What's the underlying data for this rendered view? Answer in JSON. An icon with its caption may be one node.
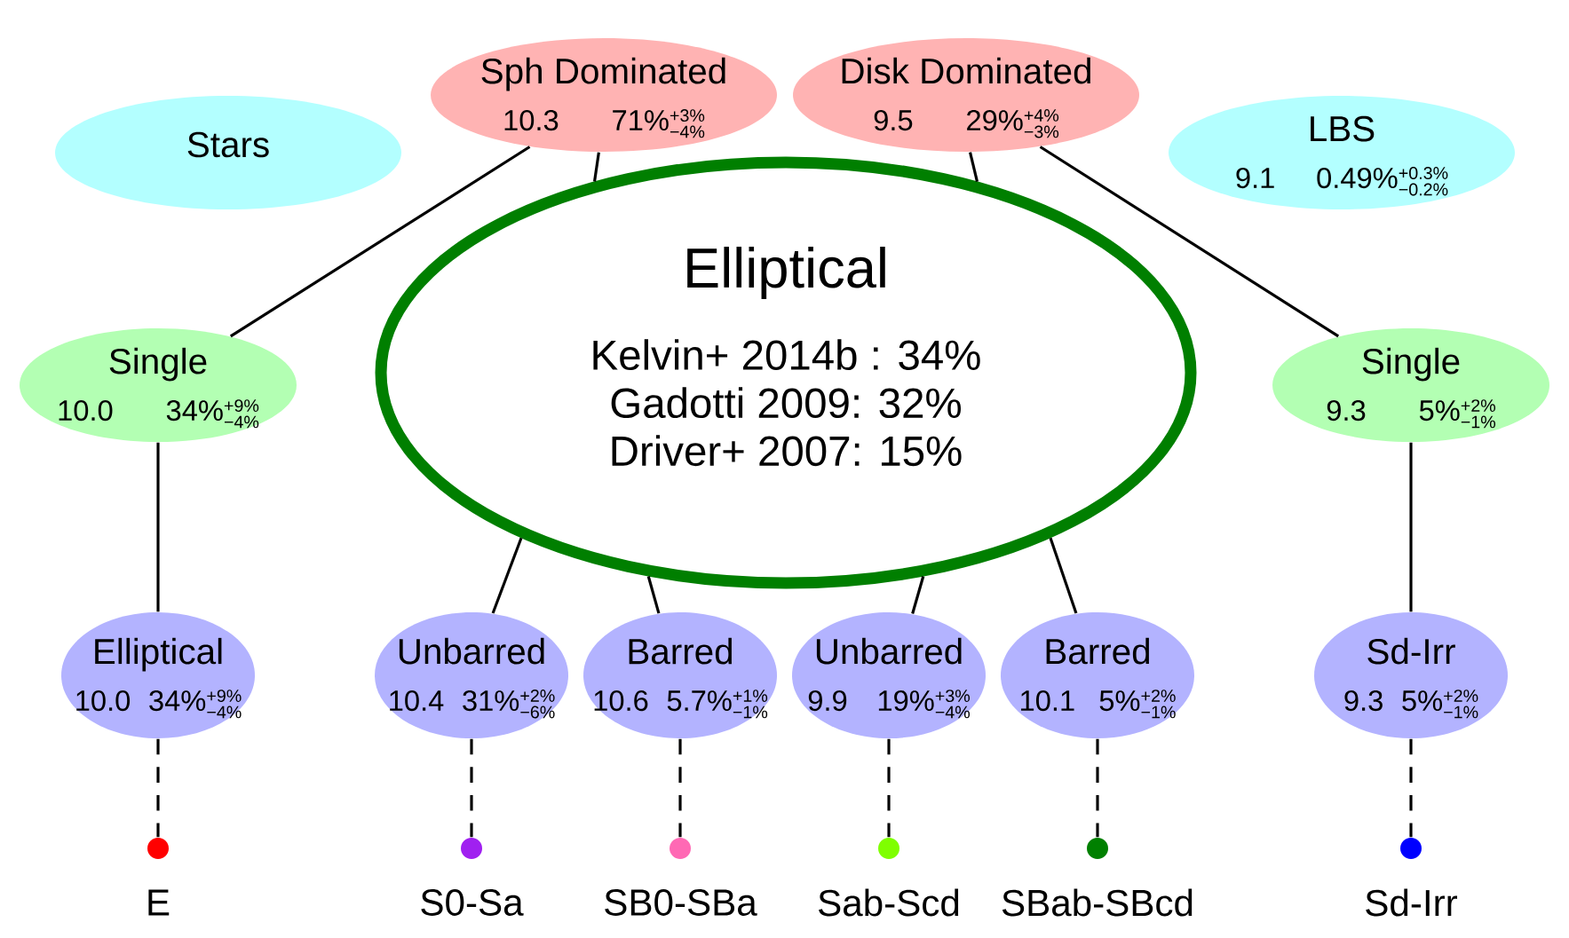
{
  "diagram": {
    "nodes": [
      {
        "text": [
          "Stars"
        ]
      },
      {
        "text": [
          "Sph Dominated",
          "10.3",
          "71%",
          "+3%",
          "−4%"
        ]
      },
      {
        "text": [
          "Disk Dominated",
          "9.5",
          "29%",
          "+4%",
          "−3%"
        ]
      },
      {
        "text": [
          "LBS",
          "9.1",
          "0.49%",
          "+0.3%",
          "−0.2%"
        ]
      },
      {
        "text": [
          "Elliptical",
          "Kelvin+ 2014b : 34%",
          "Gadotti 2009: 32%",
          "Driver+ 2007: 15%"
        ]
      },
      {
        "text": [
          "Single",
          "10.0",
          "34%",
          "+9%",
          "−4%"
        ]
      },
      {
        "text": [
          "Single",
          "9.3",
          "5%",
          "+2%",
          "−1%"
        ]
      },
      {
        "text": [
          "Elliptical",
          "10.0",
          "34%",
          "+9%",
          "−4%"
        ]
      },
      {
        "text": [
          "Unbarred",
          "10.4",
          "31%",
          "+2%",
          "−6%"
        ]
      },
      {
        "text": [
          "Barred",
          "10.6",
          "5.7%",
          "+1%",
          "−1%"
        ]
      },
      {
        "text": [
          "Unbarred",
          "9.9",
          "19%",
          "+3%",
          "−4%"
        ]
      },
      {
        "text": [
          "Barred",
          "10.1",
          "5%",
          "+2%",
          "−1%"
        ]
      },
      {
        "text": [
          "Sd-Irr",
          "9.3",
          "5%",
          "+2%",
          "−1%"
        ]
      },
      {
        "text": [],
        "shape": "circle",
        "beside": [
          "E"
        ]
      },
      {
        "text": [],
        "shape": "circle",
        "beside": [
          "S0-Sa"
        ]
      },
      {
        "text": [],
        "shape": "circle",
        "beside": [
          "SB0-SBa"
        ]
      },
      {
        "text": [],
        "shape": "circle",
        "beside": [
          "Sab-Scd"
        ]
      },
      {
        "text": [],
        "shape": "circle",
        "beside": [
          "SBab-SBcd"
        ]
      },
      {
        "text": [],
        "shape": "circle",
        "beside": [
          "Sd-Irr"
        ]
      }
    ],
    "edges": [
      {
        "from": 1,
        "to": 4,
        "arrow": "none"
      },
      {
        "from": 2,
        "to": 4,
        "arrow": "none"
      },
      {
        "from": 1,
        "to": 5,
        "arrow": "none"
      },
      {
        "from": 2,
        "to": 6,
        "arrow": "none"
      },
      {
        "from": 5,
        "to": 7,
        "arrow": "none"
      },
      {
        "from": 6,
        "to": 12,
        "arrow": "none"
      },
      {
        "from": 4,
        "to": 8,
        "arrow": "none"
      },
      {
        "from": 4,
        "to": 9,
        "arrow": "none"
      },
      {
        "from": 4,
        "to": 10,
        "arrow": "none"
      },
      {
        "from": 4,
        "to": 11,
        "arrow": "none"
      },
      {
        "from": 7,
        "to": 13,
        "arrow": "none",
        "style": "dashed"
      },
      {
        "from": 8,
        "to": 14,
        "arrow": "none",
        "style": "dashed"
      },
      {
        "from": 9,
        "to": 15,
        "arrow": "none",
        "style": "dashed"
      },
      {
        "from": 10,
        "to": 16,
        "arrow": "none",
        "style": "dashed"
      },
      {
        "from": 11,
        "to": 17,
        "arrow": "none",
        "style": "dashed"
      },
      {
        "from": 12,
        "to": 18,
        "arrow": "none",
        "style": "dashed"
      }
    ]
  }
}
